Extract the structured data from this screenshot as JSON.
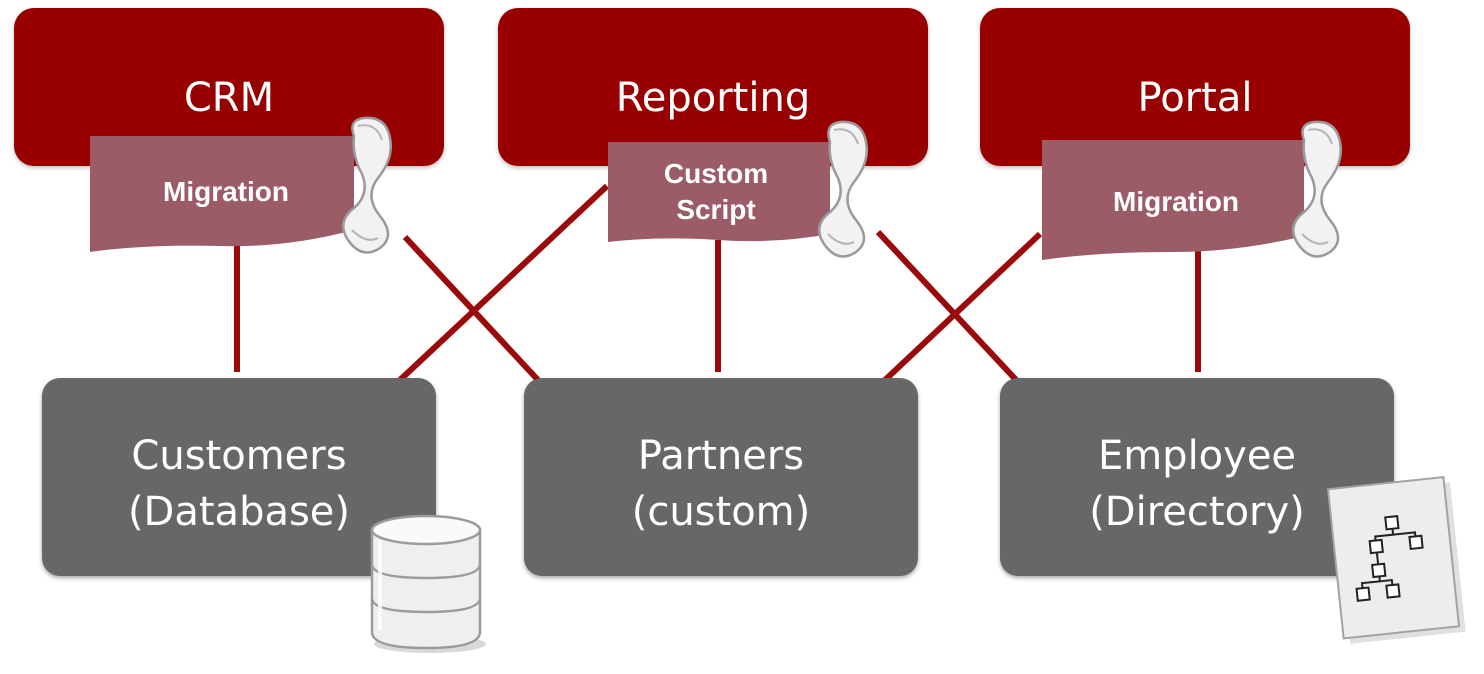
{
  "applications": [
    {
      "id": "crm",
      "label": "CRM",
      "adapter": "Migration"
    },
    {
      "id": "reporting",
      "label": "Reporting",
      "adapter": "Custom Script"
    },
    {
      "id": "portal",
      "label": "Portal",
      "adapter": "Migration"
    }
  ],
  "sources": [
    {
      "id": "customers",
      "line1": "Customers",
      "line2": "(Database)",
      "icon": "database-icon"
    },
    {
      "id": "partners",
      "line1": "Partners",
      "line2": "(custom)"
    },
    {
      "id": "employee",
      "line1": "Employee",
      "line2": "(Directory)",
      "icon": "directory-tree-icon"
    }
  ],
  "connections": [
    {
      "from": "crm",
      "to": "customers"
    },
    {
      "from": "crm",
      "to": "partners"
    },
    {
      "from": "reporting",
      "to": "customers"
    },
    {
      "from": "reporting",
      "to": "partners"
    },
    {
      "from": "reporting",
      "to": "employee"
    },
    {
      "from": "portal",
      "to": "partners"
    },
    {
      "from": "portal",
      "to": "employee"
    }
  ],
  "colors": {
    "app": "#980000",
    "adapter": "#9b5c67",
    "source": "#676767",
    "connector": "#9b0a0a"
  }
}
